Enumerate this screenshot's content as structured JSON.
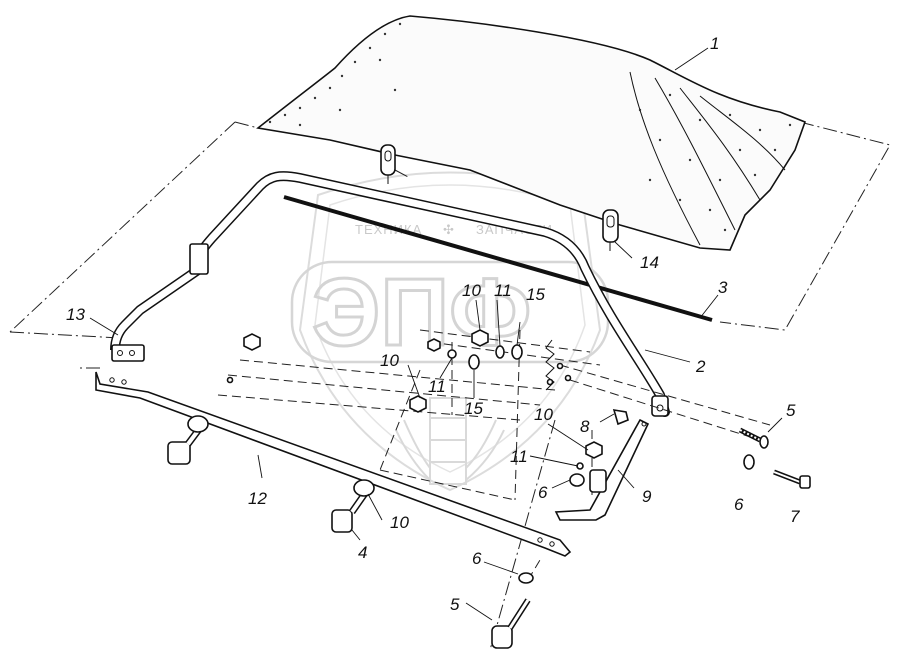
{
  "watermark": {
    "top_left": "ТЕХНИКА",
    "top_right": "ЗАПЧАСТИ",
    "logo": "ЭПФ"
  },
  "callouts": {
    "c1": "1",
    "c2": "2",
    "c3": "3",
    "c4": "4",
    "c5a": "5",
    "c5b": "5",
    "c6a": "6",
    "c6b": "6",
    "c6c": "6",
    "c7": "7",
    "c8": "8",
    "c9": "9",
    "c10a": "10",
    "c10b": "10",
    "c10c": "10",
    "c10d": "10",
    "c11a": "11",
    "c11b": "11",
    "c11c": "11",
    "c12": "12",
    "c13": "13",
    "c14": "14",
    "c15a": "15",
    "c15b": "15"
  }
}
